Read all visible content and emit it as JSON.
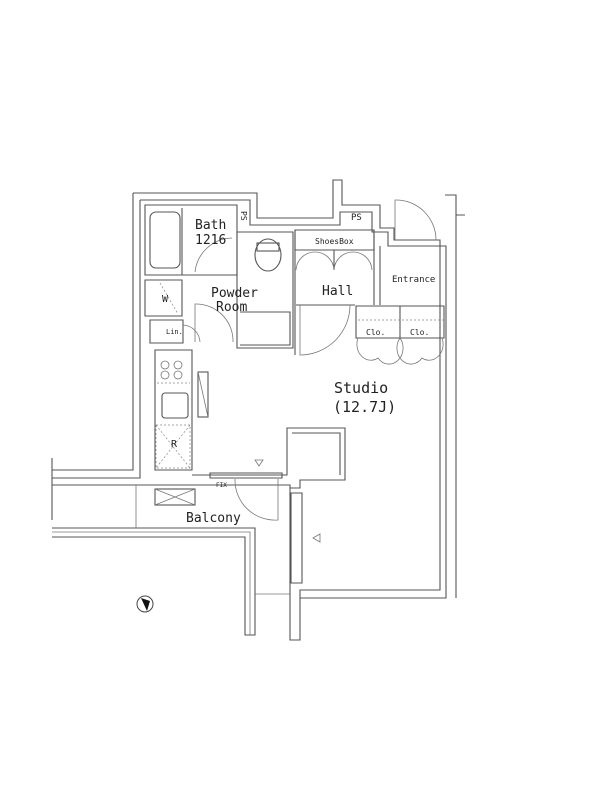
{
  "floorplan": {
    "rooms": {
      "bath": "Bath",
      "bath_size": "1216",
      "ps_left": "PS",
      "ps_right": "PS",
      "shoes_box": "ShoesBox",
      "entrance": "Entrance",
      "hall": "Hall",
      "powder_room_1": "Powder",
      "powder_room_2": "Room",
      "washer": "W",
      "linen": "Lin.",
      "closet_1": "Clo.",
      "closet_2": "Clo.",
      "studio": "Studio",
      "studio_size": "(12.7J)",
      "refrigerator": "R",
      "fix": "FIX",
      "balcony": "Balcony"
    },
    "colors": {
      "line": "#555555",
      "background": "#ffffff"
    }
  }
}
